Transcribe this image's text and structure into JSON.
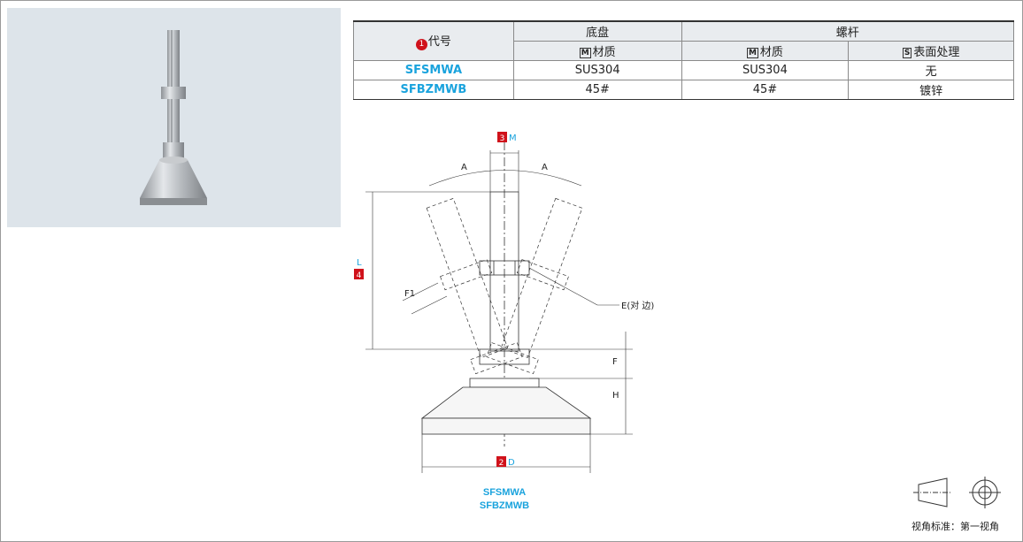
{
  "table": {
    "code_header": "代号",
    "code_badge": "1",
    "base_header": "底盘",
    "screw_header": "螺杆",
    "material_badge": "M",
    "material_label": "材质",
    "surface_badge": "S",
    "surface_label": "表面处理",
    "rows": [
      {
        "code": "SFSMWA",
        "base_material": "SUS304",
        "screw_material": "SUS304",
        "surface": "无"
      },
      {
        "code": "SFBZMWB",
        "base_material": "45#",
        "screw_material": "45#",
        "surface": "镀锌"
      }
    ]
  },
  "drawing": {
    "dim_m_badge": "3",
    "dim_m": "M",
    "dim_a_left": "A",
    "dim_a_right": "A",
    "dim_l_badge": "4",
    "dim_l": "L",
    "dim_f1": "F1",
    "dim_e": "E(对 边)",
    "dim_f": "F",
    "dim_h": "H",
    "dim_d_badge": "2",
    "dim_d": "D",
    "codes": [
      "SFSMWA",
      "SFBZMWB"
    ]
  },
  "view_standard": "视角标准：第一视角",
  "colors": {
    "accent": "#1aa3dd",
    "badge": "#d0121b",
    "photo_bg": "#dde4ea"
  }
}
